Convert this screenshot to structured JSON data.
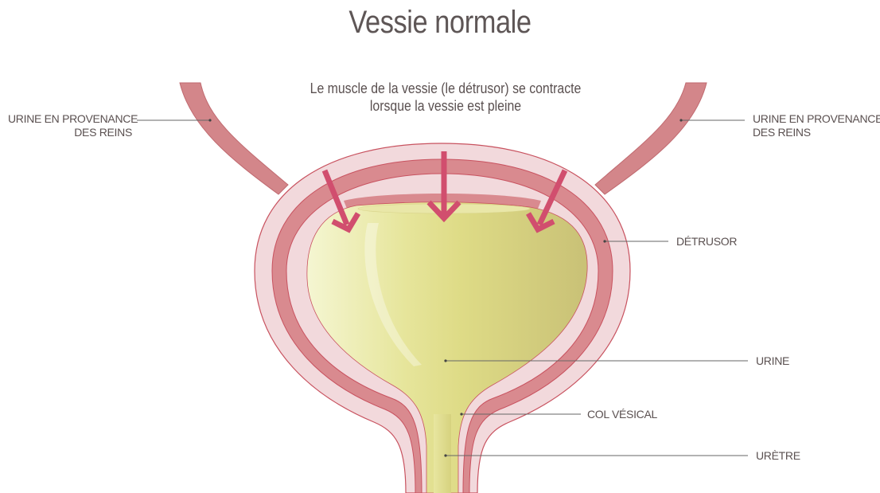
{
  "diagram": {
    "title": "Vessie normale",
    "subtitle_line1": "Le muscle de la vessie (le détrusor) se contracte",
    "subtitle_line2": "lorsque la vessie est pleine",
    "labels": {
      "ureter_left_line1": "URINE EN PROVENANCE",
      "ureter_left_line2": "DES REINS",
      "ureter_right_line1": "URINE EN PROVENANCE",
      "ureter_right_line2": "DES REINS",
      "detrusor": "DÉTRUSOR",
      "urine": "URINE",
      "bladder_neck": "COL VÉSICAL",
      "urethra": "URÈTRE"
    },
    "colors": {
      "outer_wall": "#f2d9dc",
      "outer_wall_stroke": "#c8525f",
      "muscle": "#d98a8f",
      "ureter": "#d3868a",
      "urine_light": "#f3f4c6",
      "urine_mid": "#e2e08e",
      "urine_dark": "#ccc377",
      "arrow": "#d14e6e",
      "leader_line": "#555555"
    }
  }
}
